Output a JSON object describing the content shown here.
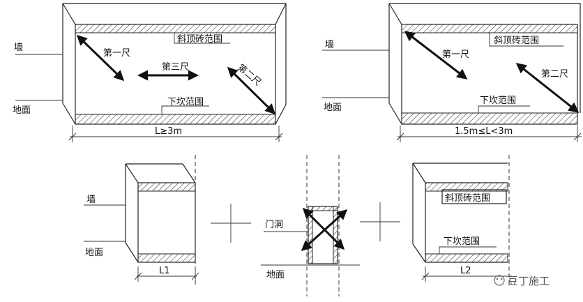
{
  "labels": {
    "wall": "墙",
    "ground": "地面",
    "slope_top": "斜顶砖范围",
    "lower_slope": "下坎范围",
    "first_ruler": "第一尺",
    "second_ruler": "第二尺",
    "third_ruler": "第三尺",
    "door_opening": "门洞"
  },
  "dimensions": {
    "long": "L≥3m",
    "medium": "1.5m≤L<3m",
    "l1": "L1",
    "l2": "L2"
  },
  "watermark": {
    "text": "豆丁施工"
  }
}
